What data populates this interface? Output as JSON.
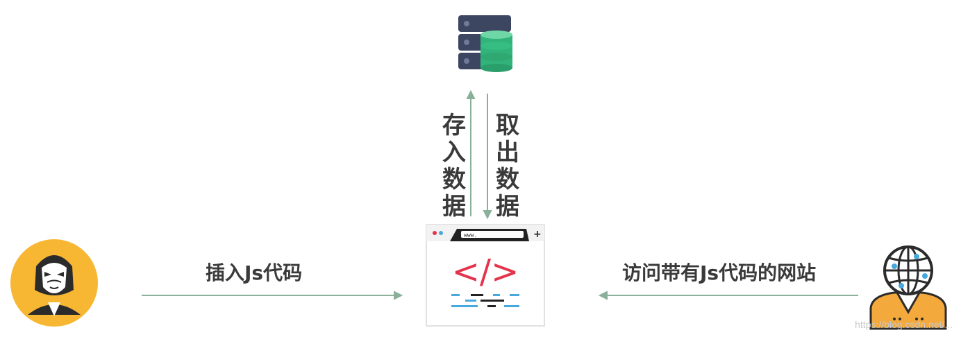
{
  "labels": {
    "store": "存入数据",
    "fetch": "取出数据",
    "inject": "插入Js代码",
    "visit": "访问带有Js代码的网站"
  },
  "browser": {
    "address": "www.",
    "code_symbol": "</>"
  },
  "watermark": "https://blog.csdn.net/...",
  "colors": {
    "arrow": "#8bb09a",
    "label": "#3a3a3a",
    "hacker_bg": "#f7b733",
    "server": "#3d4661",
    "database": "#31b37b",
    "code_red": "#e5334b",
    "code_blue": "#47a8de",
    "user_body": "#f4a93c"
  },
  "icons": {
    "database": "server-database-icon",
    "browser": "browser-code-icon",
    "attacker": "hacker-anonymous-icon",
    "visitor": "user-globe-icon"
  }
}
